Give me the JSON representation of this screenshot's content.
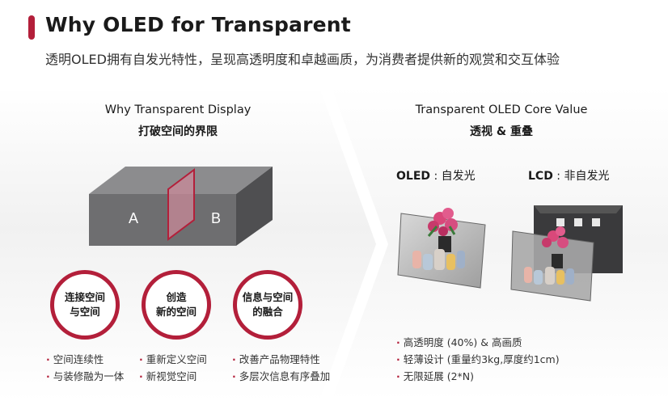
{
  "header": {
    "title": "Why OLED for Transparent",
    "subtitle": "透明OLED拥有自发光特性，呈现高透明度和卓越画质，为消费者提供新的观赏和交互体验"
  },
  "left": {
    "heading_en": "Why Transparent Display",
    "heading_cn": "打破空间的界限",
    "box_label_a": "A",
    "box_label_b": "B",
    "circles": [
      {
        "text": "连接空间\n与空间",
        "bullets": [
          "空间连续性",
          "与装修融为一体"
        ]
      },
      {
        "text": "创造\n新的空间",
        "bullets": [
          "重新定义空间",
          "新视觉空间"
        ]
      },
      {
        "text": "信息与空间\n的融合",
        "bullets": [
          "改善产品物理特性",
          "多层次信息有序叠加"
        ]
      }
    ]
  },
  "right": {
    "heading_en": "Transparent OLED Core Value",
    "heading_cn": "透视 & 重叠",
    "oled_label": "OLED",
    "oled_desc": " : 自发光",
    "lcd_label": "LCD",
    "lcd_desc": " : 非自发光",
    "bullets": [
      "高透明度 (40%) & 高画质",
      "轻薄设计 (重量约3kg,厚度约1cm)",
      "无限延展 (2*N)"
    ]
  },
  "colors": {
    "accent": "#b31f3a",
    "box_gray": "#6e6e70"
  }
}
